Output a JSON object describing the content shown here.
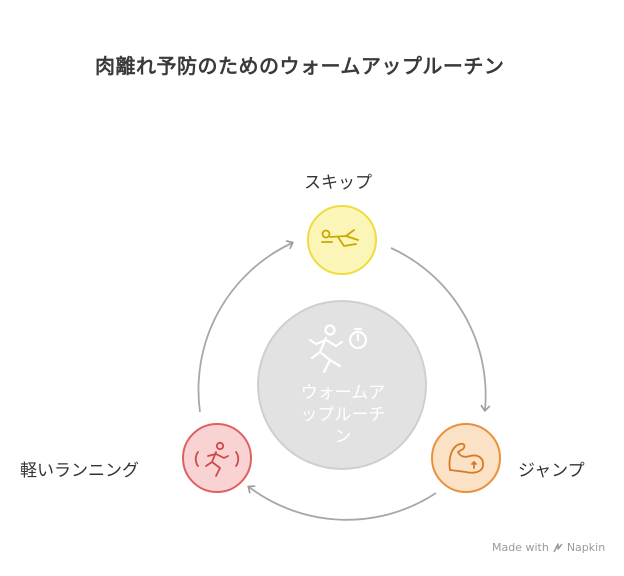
{
  "title": "肉離れ予防のためのウォームアップルーチン",
  "center": {
    "line1": "ウォームア",
    "line2": "ップルーチ",
    "line3": "ン"
  },
  "nodes": {
    "skip": {
      "label": "スキップ",
      "color": "#f5e24a",
      "fill": "#fbf6b8"
    },
    "jump": {
      "label": "ジャンプ",
      "color": "#e8913a",
      "fill": "#fbe1c6"
    },
    "run": {
      "label": "軽いランニング",
      "color": "#e66a6a",
      "fill": "#f9d3d3"
    }
  },
  "brand": {
    "made_with": "Made with",
    "name": "Napkin"
  }
}
